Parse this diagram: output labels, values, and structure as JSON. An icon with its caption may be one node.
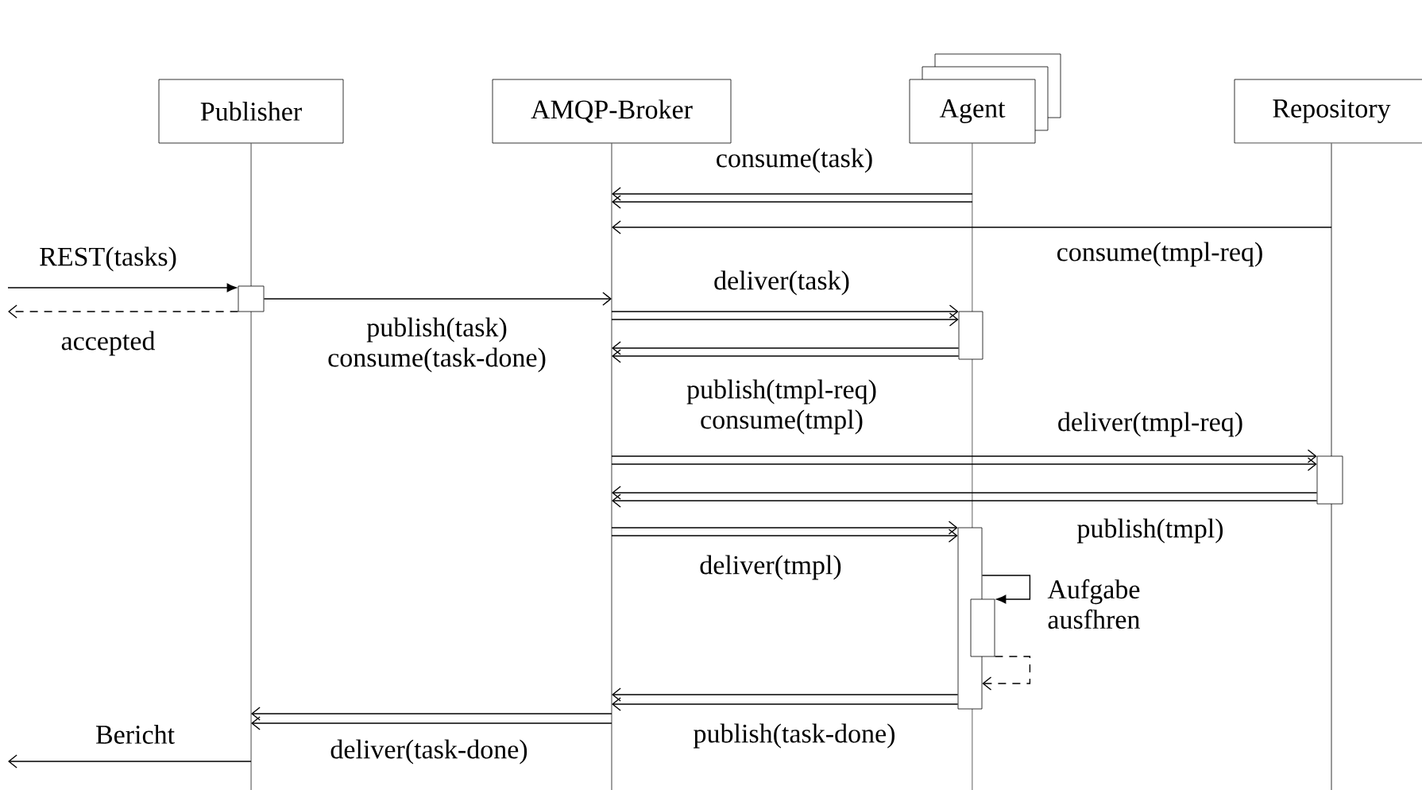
{
  "diagram": {
    "nodes": [
      {
        "text": [
          "Publisher"
        ]
      },
      {
        "text": [
          "AMQP-Broker"
        ]
      },
      {
        "text": [
          "Agent"
        ]
      },
      {
        "text": [
          "Repository"
        ]
      },
      {
        "text": [],
        "shape": "box",
        "in": 0
      },
      {
        "text": [],
        "shape": "box",
        "in": 2
      },
      {
        "text": [],
        "shape": "box",
        "in": 3
      },
      {
        "text": [],
        "shape": "box",
        "in": 2
      },
      {
        "text": [],
        "shape": "box",
        "in": 2
      }
    ],
    "edges": [
      {
        "from": 2,
        "to": 1,
        "arrow": "to",
        "label": "consume(task)"
      },
      {
        "from": 3,
        "to": 1,
        "arrow": "to",
        "label": "consume(tmpl-req)"
      },
      {
        "from": null,
        "to": 4,
        "arrow": "to",
        "label": "REST(tasks)"
      },
      {
        "from": 4,
        "to": null,
        "arrow": "to",
        "label": "accepted",
        "style": "dashed"
      },
      {
        "from": 4,
        "to": 1,
        "arrow": "to",
        "label": "publish(task) consume(task-done)"
      },
      {
        "from": 1,
        "to": 5,
        "arrow": "to",
        "label": "deliver(task)"
      },
      {
        "from": 5,
        "to": 1,
        "arrow": "to",
        "label": "publish(tmpl-req) consume(tmpl)"
      },
      {
        "from": 1,
        "to": 6,
        "arrow": "to",
        "label": "deliver(tmpl-req)"
      },
      {
        "from": 6,
        "to": 1,
        "arrow": "to",
        "label": "publish(tmpl)"
      },
      {
        "from": 1,
        "to": 7,
        "arrow": "to",
        "label": "deliver(tmpl)"
      },
      {
        "from": 7,
        "to": 8,
        "arrow": "to",
        "label": "Aufgabe ausfhren"
      },
      {
        "from": 8,
        "to": 7,
        "arrow": "to",
        "style": "dashed"
      },
      {
        "from": 7,
        "to": 1,
        "arrow": "to",
        "label": "publish(task-done)"
      },
      {
        "from": 1,
        "to": 0,
        "arrow": "to",
        "label": "deliver(task-done)"
      },
      {
        "from": 0,
        "to": null,
        "arrow": "to",
        "label": "Bericht"
      }
    ]
  }
}
